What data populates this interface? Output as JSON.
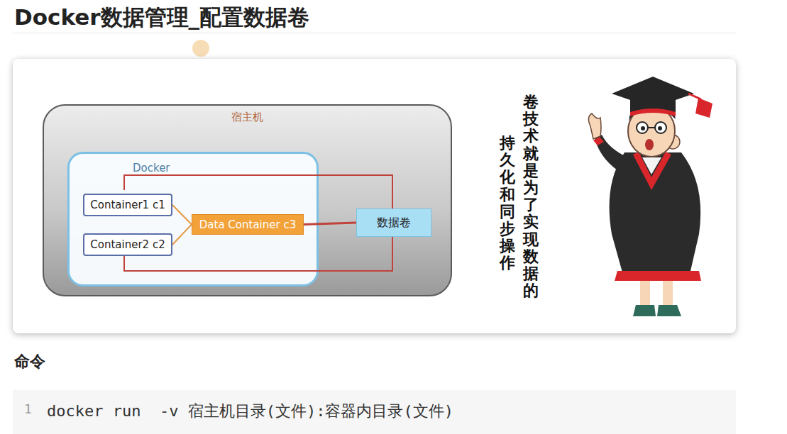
{
  "diagram": {
    "title": "Docker数据管理_配置数据卷",
    "nodes": [
      {
        "text": [
          "宿主机"
        ]
      },
      {
        "text": [
          "Docker"
        ],
        "in": 0
      },
      {
        "text": [
          "Container1 c1"
        ],
        "in": 1
      },
      {
        "text": [
          "Container2 c2"
        ],
        "in": 1
      },
      {
        "text": [
          "Data Container c3"
        ],
        "in": 1
      },
      {
        "text": [
          "数据卷"
        ],
        "in": 0
      }
    ],
    "edges": [
      {
        "from": 2,
        "to": 4,
        "arrow": "none"
      },
      {
        "from": 3,
        "to": 4,
        "arrow": "none"
      },
      {
        "from": 4,
        "to": 5,
        "arrow": "none"
      }
    ],
    "labels": [
      "卷技术就是为了实现数据的",
      "持久化和同步操作",
      "命令",
      "1",
      "docker run  -v 宿主机目录(文件):容器内目录(文件)"
    ]
  }
}
